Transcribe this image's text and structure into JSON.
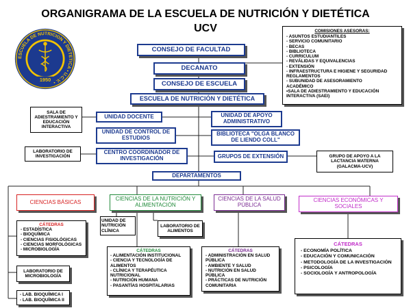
{
  "title_line1": "ORGANIGRAMA DE LA ESCUELA DE NUTRICIÓN Y DIETÉTICA",
  "title_line2": "UCV",
  "seal": {
    "ring_text": "ESCUELA DE NUTRICION Y DIETETICA • U.C.V. •",
    "year": "1950"
  },
  "comisiones": {
    "header": "COMISIONES ASESORAS:",
    "items": [
      "- ASUNTOS ESTUDIANTILES",
      "- SERVICIO COMUNITARIO",
      "- BECAS",
      "- BIBLIOTECA",
      "- CURRICULUM",
      "- REVÁLIDAS Y EQUIVALENCIAS",
      "- EXTENSIÓN",
      "- INFRAESTRUCTURA E HIGIENE Y SEGURIDAD",
      "  REGLAMENTOS",
      "- SUBUNIDAD DE ASESORAMIENTO",
      "  ACADÉMICO",
      "•SALA DE ADIESTRAMIENTO Y EDUCACIÓN INTERACTIVA (SAEI)"
    ]
  },
  "consejo_facultad": "CONSEJO DE FACULTAD",
  "decanato": "DECANATO",
  "consejo_escuela": "CONSEJO DE ESCUELA",
  "escuela": "ESCUELA DE NUTRICIÓN Y DIETÉTICA",
  "sala": "SALA DE ADIESTRAMIENTO Y EDUCACIÓN INTERACTIVA",
  "unidad_docente": "UNIDAD DOCENTE",
  "unidad_apoyo": "UNIDAD DE APOYO ADMINISTRATIVO",
  "unidad_control": "UNIDAD DE CONTROL DE ESTUDIOS",
  "biblioteca": "BIBLIOTECA \"OLGA BLANCO DE LIENDO COLL\"",
  "lab_investigacion": "LABORATORIO DE INVESTIGACIÓN",
  "centro_coordinador": "CENTRO COORDINADOR DE INVESTIGACIÓN",
  "grupos_extension": "GRUPOS DE EXTENSIÓN",
  "grupo_apoyo": "GRUPO DE APOYO A LA LACTANCIA MATERNA (GALACMA-UCV)",
  "departamentos": "DEPARTAMENTOS",
  "colors": {
    "navy": "#1c3a8f",
    "red": "#d62020",
    "green": "#218a3a",
    "purple": "#7a2a92",
    "magenta": "#c02bc8"
  },
  "depts": [
    {
      "name": "CIENCIAS BÁSICAS"
    },
    {
      "name": "CIENCIAS DE LA NUTRICIÓN Y ALIMENTACIÓN"
    },
    {
      "name": "CIENCIAS DE LA SALUD PÚBLICA"
    },
    {
      "name": "CIENCIAS ECONÓMICAS Y SOCIALES"
    }
  ],
  "basicas_catedras": {
    "header": "CÁTEDRAS",
    "items": [
      "- ESTADÍSTICA",
      "- BIOQUÍMICA",
      "- CIENCIAS FISIOLÓGICAS",
      "- CIENCIAS MORFOLÓGICAS",
      "- MICROBIOLOGÍA"
    ]
  },
  "lab_micro": "LABORATORIO DE MICROBIOLOGÍA",
  "lab_bioq": [
    "- LAB. BIOQUÍMICA I",
    "- LAB. BIOQUÍMICA II"
  ],
  "unidad_nutricion": "UNIDAD DE NUTRICIÓN CLÍNICA",
  "lab_alimentos": "LABORATORIO DE ALIMENTOS",
  "nutricion_catedras": {
    "header": "CÁTEDRAS",
    "items": [
      "- ALIMENTACIÓN INSTITUCIONAL",
      "- CIENCIA Y TECNOLOGÍA DE ALIMENTOS",
      "- CLÍNICA Y TERAPÉUTICA NUTRICIONAL",
      "- NUTRICIÓN HUMANA",
      "- PASANTÍAS HOSPITALARIAS"
    ]
  },
  "salud_catedras": {
    "header": "CÁTEDRAS",
    "items": [
      "- ADMINISTRACIÓN EN SALUD PÚBLICA",
      "- AMBIENTE Y SALUD",
      "- NUTRICIÓN EN SALUD PÚBLICA",
      "- PRÁCTICAS DE NUTRICIÓN COMUNITARIA"
    ]
  },
  "economicas_catedras": {
    "header": "CÁTEDRAS",
    "items": [
      "- ECONOMÍA POLÍTICA",
      "- EDUCACIÓN Y COMUNICACIÓN",
      "- METODOLOGÍA DE LA INVESTIGACIÓN",
      "- PSICOLOGÍA",
      "- SOCIOLOGÍA Y ANTROPOLOGÍA"
    ]
  }
}
